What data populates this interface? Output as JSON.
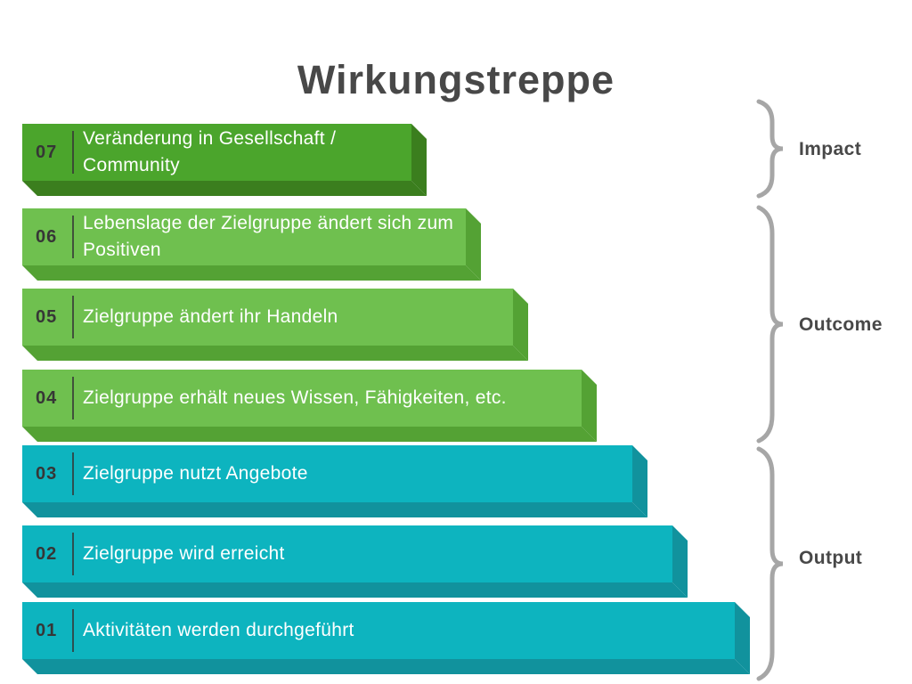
{
  "title": "Wirkungstreppe",
  "steps": [
    {
      "number": "07",
      "label": "Veränderung in Gesellschaft / Community",
      "group": "Impact"
    },
    {
      "number": "06",
      "label": "Lebenslage der Zielgruppe ändert sich zum Positiven",
      "group": "Outcome"
    },
    {
      "number": "05",
      "label": "Zielgruppe ändert ihr Handeln",
      "group": "Outcome"
    },
    {
      "number": "04",
      "label": "Zielgruppe erhält neues Wissen, Fähigkeiten, etc.",
      "group": "Outcome"
    },
    {
      "number": "03",
      "label": "Zielgruppe nutzt Angebote",
      "group": "Output"
    },
    {
      "number": "02",
      "label": "Zielgruppe wird erreicht",
      "group": "Output"
    },
    {
      "number": "01",
      "label": "Aktivitäten werden durchgeführt",
      "group": "Output"
    }
  ],
  "groups": [
    {
      "label": "Impact"
    },
    {
      "label": "Outcome"
    },
    {
      "label": "Output"
    }
  ],
  "colors": {
    "impact_green": "#4BA52C",
    "impact_green_side": "#3B7E1E",
    "outcome_green": "#6FC04F",
    "outcome_green_side": "#54A234",
    "output_teal": "#0DB4BF",
    "output_teal_side": "#11929D",
    "heading_text": "#484848",
    "bar_text": "#FFFFFF",
    "number_text": "#363636",
    "brace": "#A6A6A6",
    "background": "#FFFFFF"
  }
}
